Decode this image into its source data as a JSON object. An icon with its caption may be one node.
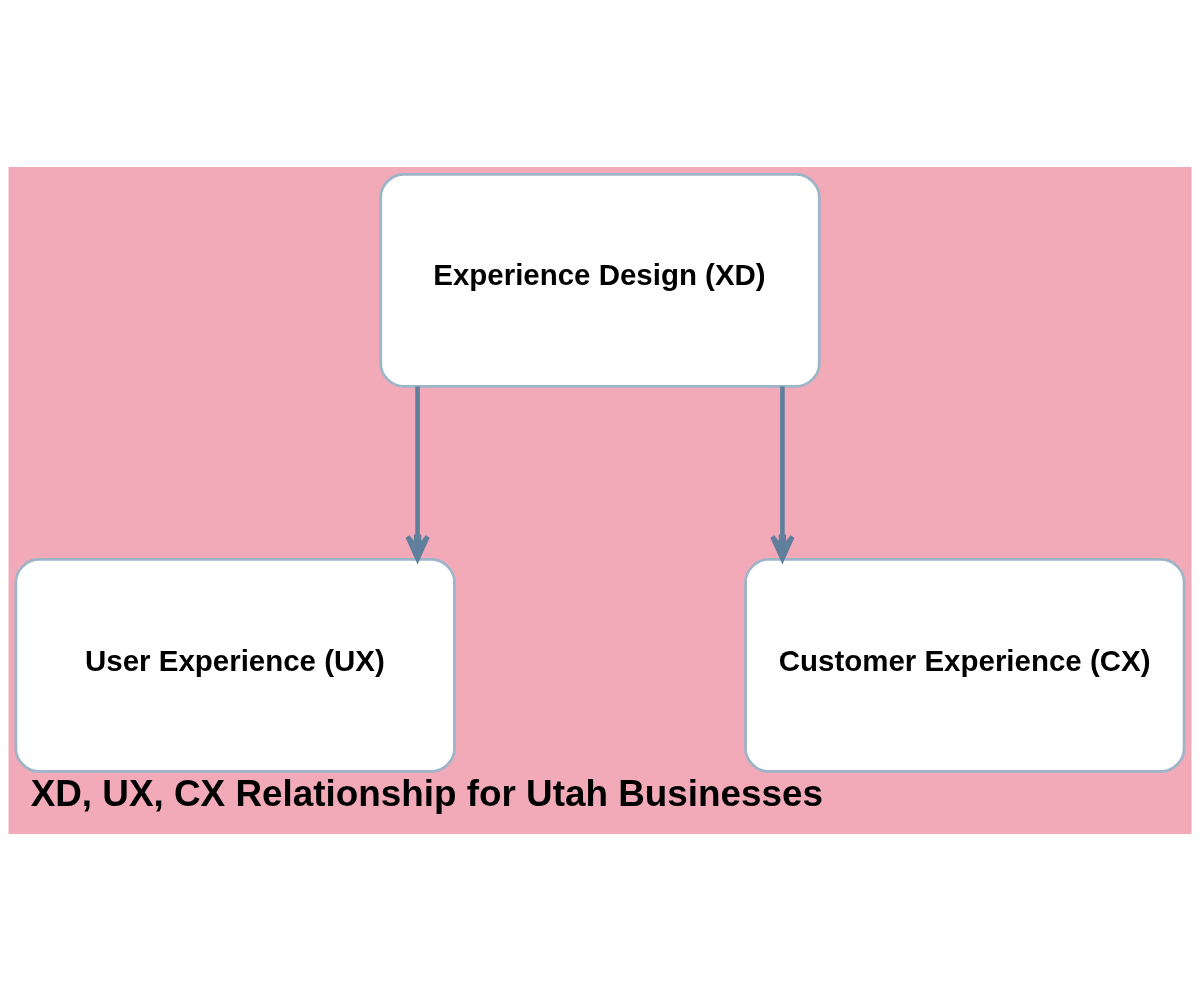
{
  "diagram": {
    "caption": "XD, UX, CX Relationship for Utah Businesses",
    "nodes": [
      {
        "text": [
          "Experience Design (XD)"
        ]
      },
      {
        "text": [
          "User Experience (UX)"
        ]
      },
      {
        "text": [
          "Customer Experience (CX)"
        ]
      }
    ],
    "edges": [
      {
        "from": 0,
        "to": 1,
        "arrow": "to"
      },
      {
        "from": 0,
        "to": 2,
        "arrow": "to"
      }
    ]
  }
}
